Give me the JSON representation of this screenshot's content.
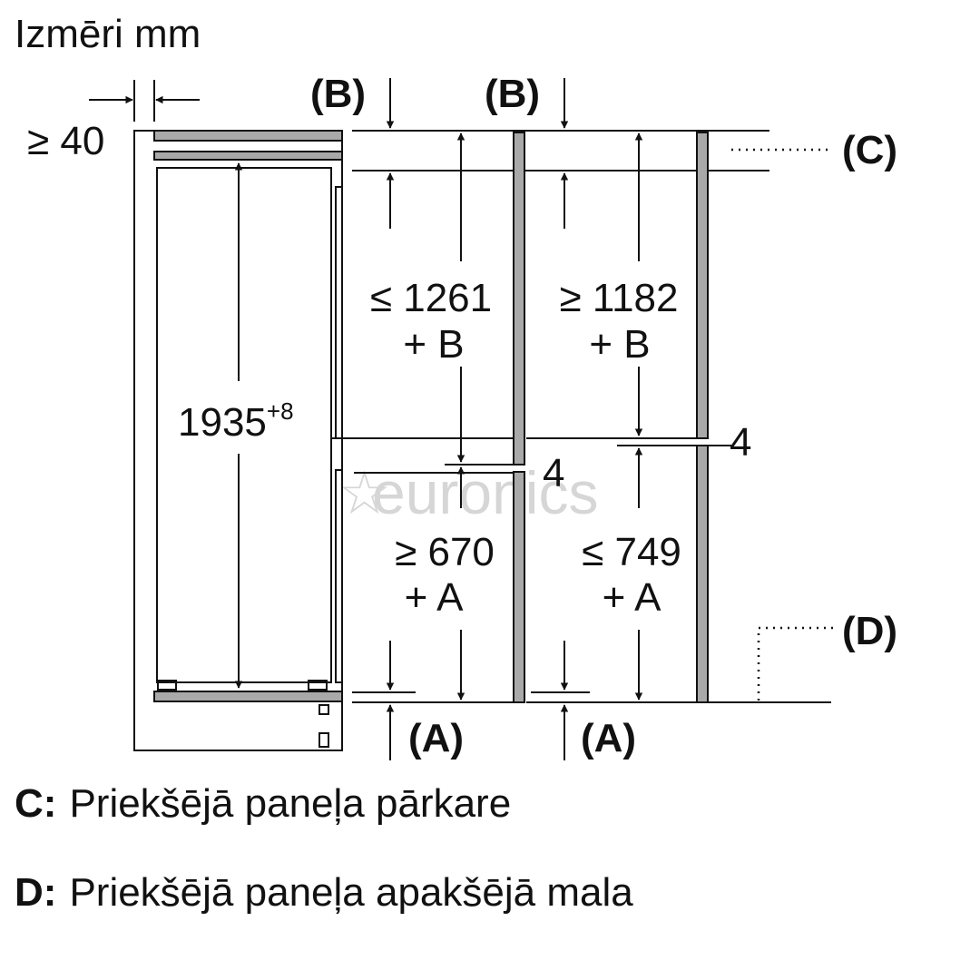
{
  "heading": "Izmēri mm",
  "watermark": "euronics",
  "markers": {
    "b": "(B)",
    "a": "(A)",
    "c": "(C)",
    "d": "(D)"
  },
  "dimensions": {
    "top_gap": "≥ 40",
    "height_main": "1935",
    "height_tolerance": "+8",
    "upper_left_line1": "≤ 1261",
    "upper_left_line2": "+ B",
    "upper_right_line1": "≥ 1182",
    "upper_right_line2": "+ B",
    "lower_left_line1": "≥ 670",
    "lower_left_line2": "+ A",
    "lower_right_line1": "≤ 749",
    "lower_right_line2": "+ A",
    "gap_left": "4",
    "gap_right": "4"
  },
  "legend": [
    {
      "key": "C:",
      "text": "Priekšējā paneļa pārkare"
    },
    {
      "key": "D:",
      "text": "Priekšējā paneļa apakšējā mala"
    }
  ],
  "colors": {
    "line": "#111111",
    "panel_fill": "#a9a9a9",
    "watermark": "#d6d6d6"
  }
}
